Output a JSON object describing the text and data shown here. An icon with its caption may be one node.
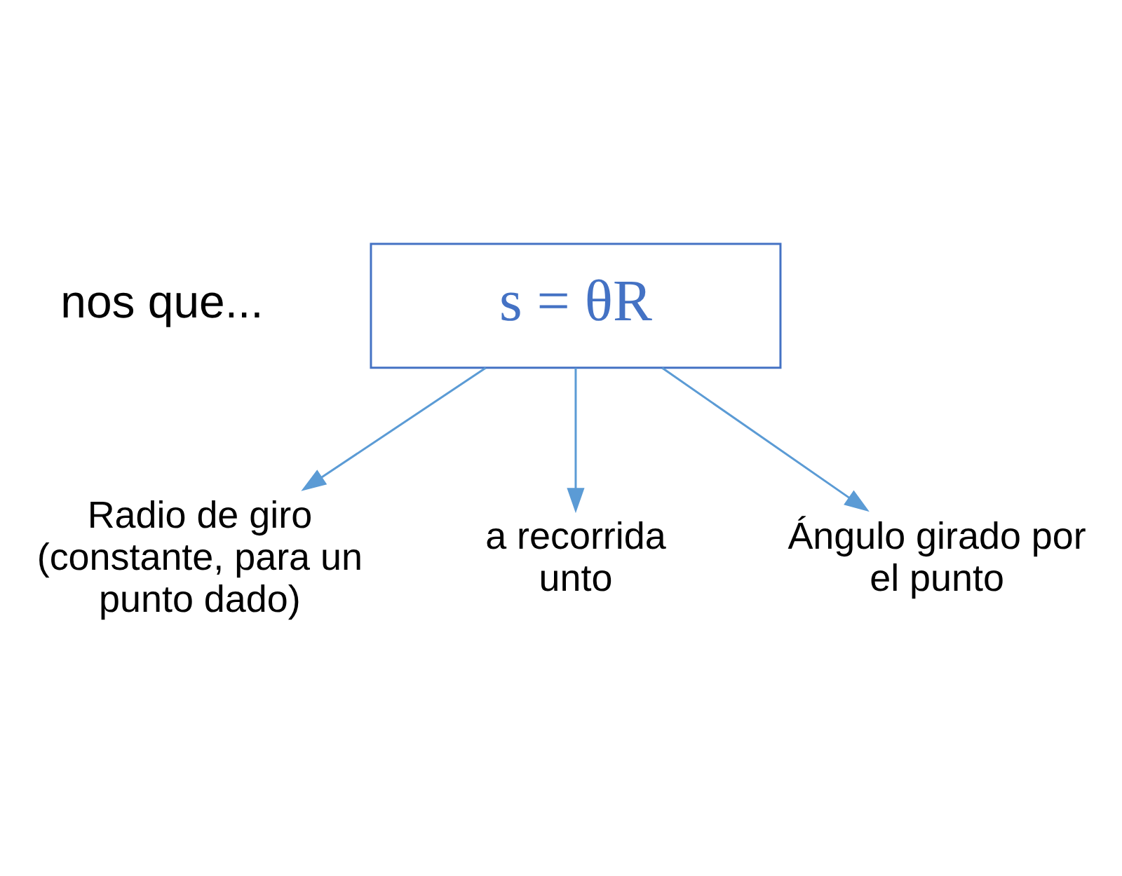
{
  "diagram": {
    "nodes": [
      {
        "text": [
          "s = θR"
        ]
      },
      {
        "text": [
          "Radio de giro (constante, para un punto dado)"
        ]
      },
      {
        "text": [
          "a recorrida unto"
        ]
      },
      {
        "text": [
          "Ángulo girado por el punto"
        ]
      }
    ],
    "edges": [
      {
        "from": 0,
        "to": 1,
        "arrow": "to"
      },
      {
        "from": 0,
        "to": 2,
        "arrow": "to"
      },
      {
        "from": 0,
        "to": 3,
        "arrow": "to"
      }
    ],
    "labels": [
      "nos que..."
    ]
  }
}
